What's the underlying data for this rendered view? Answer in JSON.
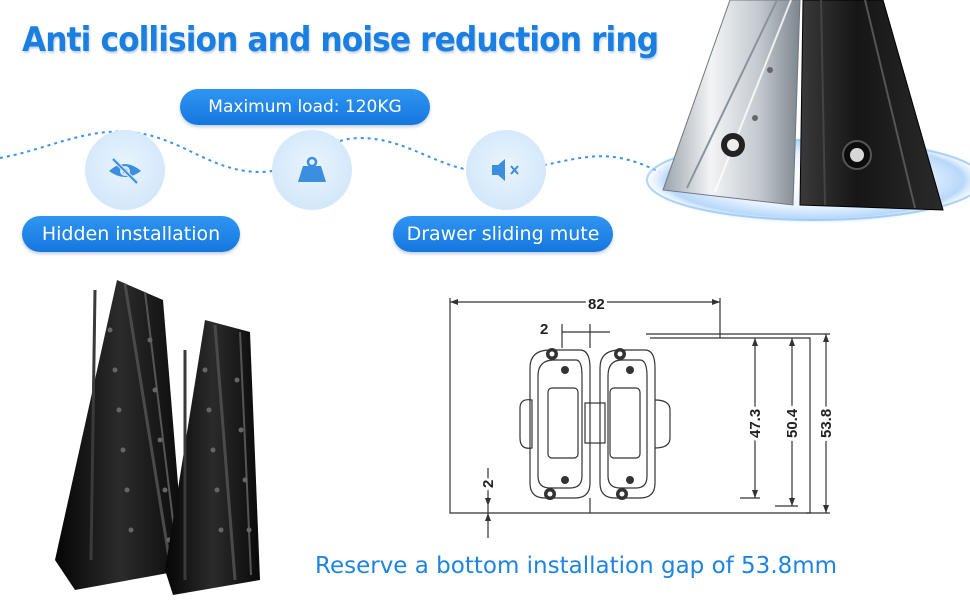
{
  "title": "Anti collision and noise reduction ring",
  "features": {
    "load": "Maximum load: 120KG",
    "hidden": "Hidden installation",
    "mute": "Drawer sliding mute"
  },
  "icons": {
    "eye": "hidden-eye-icon",
    "weight": "weight-icon",
    "mute": "speaker-mute-icon"
  },
  "diagram": {
    "width": "82",
    "gap_top": "2",
    "gap_bottom": "2",
    "h1": "47.3",
    "h2": "50.4",
    "h3": "53.8"
  },
  "caption": "Reserve a bottom installation gap of 53.8mm",
  "colors": {
    "accent": "#1a7fe0",
    "pill": "#1f86e6",
    "circle": "#d6eafb"
  }
}
